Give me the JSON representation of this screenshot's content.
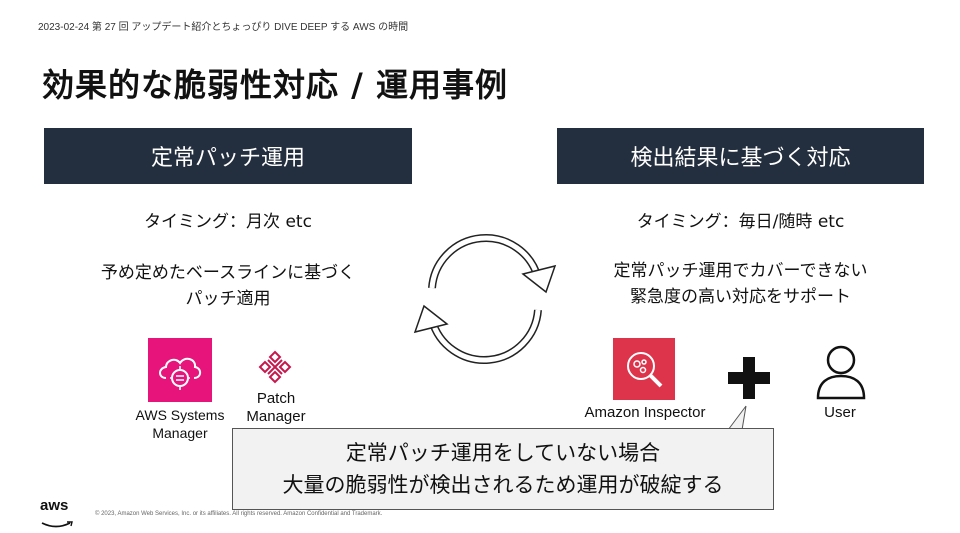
{
  "header": {
    "event_line": "2023-02-24 第 27 回 アップデート紹介とちょっぴり DIVE DEEP する AWS の時間"
  },
  "slide": {
    "title": "効果的な脆弱性対応 / 運用事例"
  },
  "left": {
    "heading": "定常パッチ運用",
    "timing": "タイミング：月次 etc",
    "desc_line1": "予め定めたベースラインに基づく",
    "desc_line2": "パッチ適用",
    "icon1_line1": "AWS Systems",
    "icon1_line2": "Manager",
    "icon2_line1": "Patch",
    "icon2_line2": "Manager"
  },
  "right": {
    "heading": "検出結果に基づく対応",
    "timing": "タイミング：毎日/随時 etc",
    "desc_line1": "定常パッチ運用でカバーできない",
    "desc_line2": "緊急度の高い対応をサポート",
    "inspector_label": "Amazon Inspector",
    "user_label": "User"
  },
  "callout": {
    "line1": "定常パッチ運用をしていない場合",
    "line2": "大量の脆弱性が検出されるため運用が破綻する"
  },
  "footer": {
    "logo": "aws",
    "copyright": "© 2023, Amazon Web Services, Inc. or its affiliates. All rights reserved. Amazon Confidential and Trademark."
  },
  "colors": {
    "heading_bg": "#232f3e",
    "icon_pink": "#e7157b",
    "icon_red": "#dd344c",
    "callout_bg": "#f2f2f2"
  }
}
